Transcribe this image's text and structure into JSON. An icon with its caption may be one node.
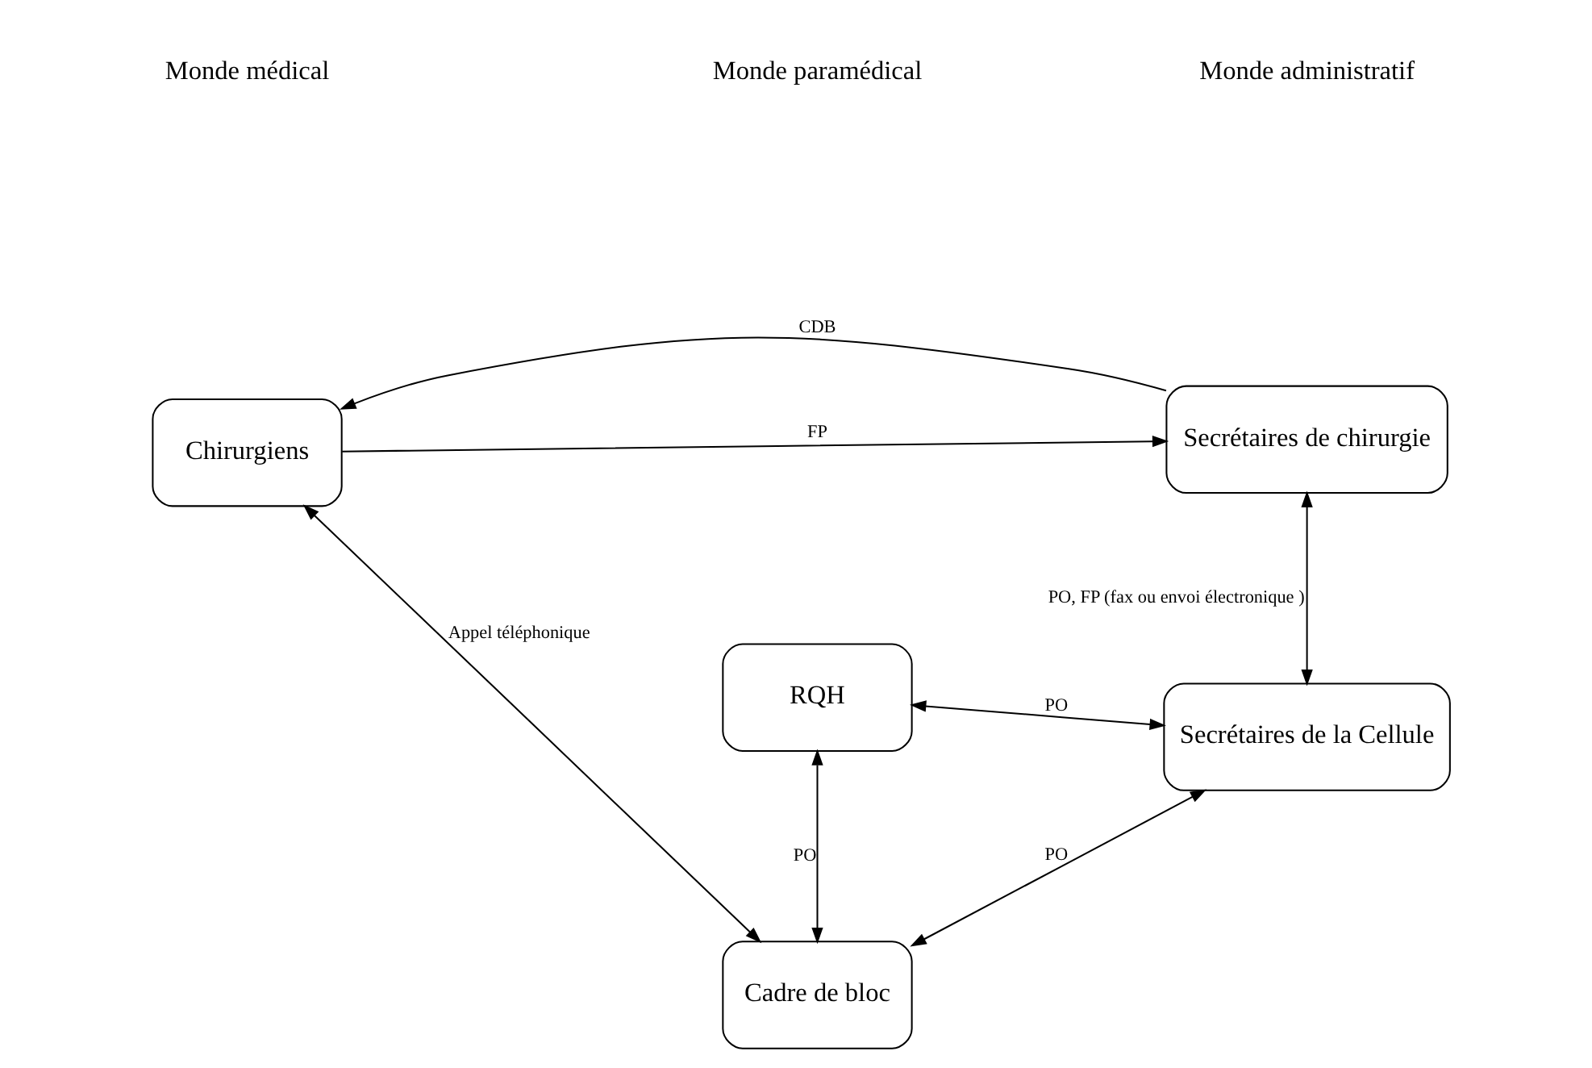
{
  "diagram": {
    "nodes": [
      {
        "text": [
          "Chirurgiens"
        ]
      },
      {
        "text": [
          "Secrétaires de chirurgie"
        ]
      },
      {
        "text": [
          "Cadre de bloc"
        ]
      },
      {
        "text": [
          "Secrétaires de la Cellule"
        ]
      },
      {
        "text": [
          "RQH"
        ]
      }
    ],
    "edges": [
      {
        "from": 0,
        "to": 1,
        "arrow": "to",
        "label": "FP"
      },
      {
        "from": 1,
        "to": 0,
        "arrow": "to",
        "label": "CDB"
      },
      {
        "from": 0,
        "to": 2,
        "arrow": "both",
        "label": "Appel téléphonique"
      },
      {
        "from": 1,
        "to": 3,
        "arrow": "both",
        "label": "PO, FP (fax ou envoi électronique )"
      },
      {
        "from": 2,
        "to": 3,
        "arrow": "both",
        "label": "PO"
      },
      {
        "from": 2,
        "to": 4,
        "arrow": "both",
        "label": "PO"
      },
      {
        "from": 4,
        "to": 3,
        "arrow": "both",
        "label": "PO"
      }
    ],
    "labels": [
      "Monde médical",
      "Monde paramédical",
      "Monde administratif"
    ]
  }
}
